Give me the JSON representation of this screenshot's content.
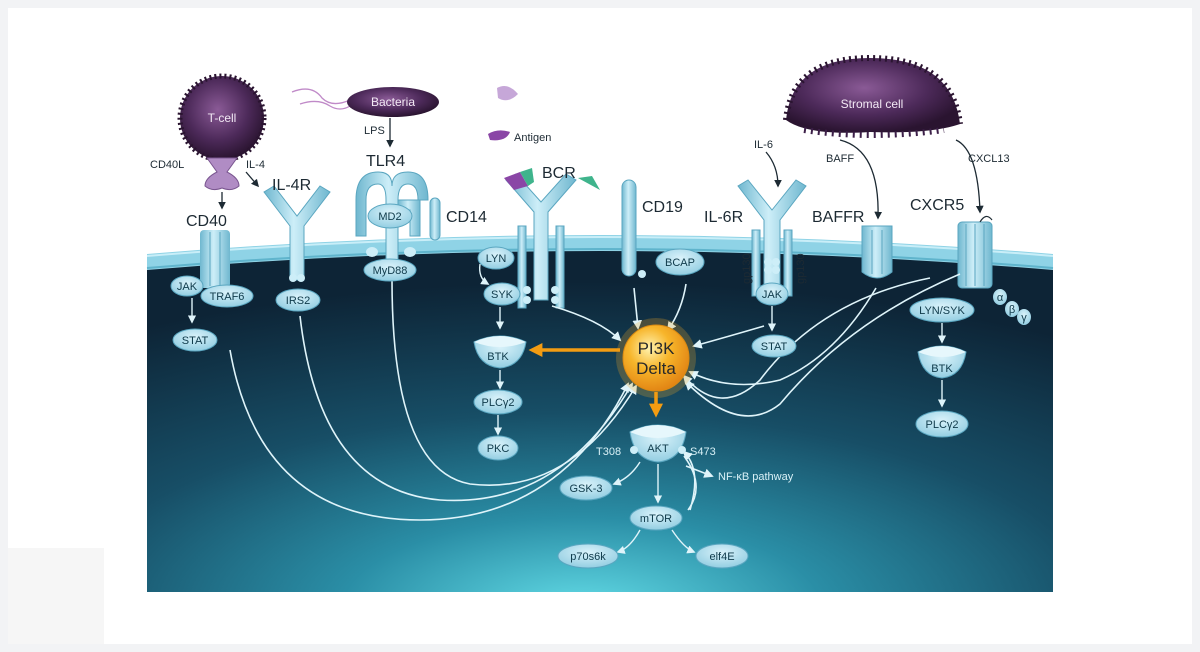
{
  "labels": {
    "tcell": "T-cell",
    "bacteria": "Bacteria",
    "lps": "LPS",
    "antigen": "Antigen",
    "stromal": "Stromal cell",
    "cd40l": "CD40L",
    "il4": "IL-4",
    "il6": "IL-6",
    "baff": "BAFF",
    "cxcl13": "CXCL13"
  },
  "receptors": {
    "cd40": "CD40",
    "il4r": "IL-4R",
    "tlr4": "TLR4",
    "cd14": "CD14",
    "bcr": "BCR",
    "cd19": "CD19",
    "il6r": "IL-6R",
    "baffr": "BAFFR",
    "cxcr5": "CXCR5",
    "md2": "MD2",
    "gp130_left": "gp130",
    "gp130_right": "gp130"
  },
  "nodes": {
    "jak_left": "JAK",
    "traf6": "TRAF6",
    "stat_left": "STAT",
    "irs2": "IRS2",
    "myd88": "MyD88",
    "lyn": "LYN",
    "syk": "SYK",
    "bcap": "BCAP",
    "btk_left": "BTK",
    "plcg2_left": "PLCγ2",
    "pkc": "PKC",
    "jak_right": "JAK",
    "stat_right": "STAT",
    "lyn_syk": "LYN/SYK",
    "btk_right": "BTK",
    "plcg2_right": "PLCγ2",
    "akt": "AKT",
    "t308": "T308",
    "s473": "S473",
    "nfkb": "NF-κB pathway",
    "gsk3": "GSK-3",
    "mtor": "mTOR",
    "p70s6k": "p70s6k",
    "elf4e": "elf4E",
    "alpha": "α",
    "beta": "β",
    "gamma": "γ"
  },
  "pi3k": {
    "line1": "PI3K",
    "line2": "Delta"
  },
  "colors": {
    "cell_dark": "#0f2a3d",
    "cell_mid": "#1d5a6e",
    "cell_light": "#5fd8e4",
    "membrane": "#8fd3e6",
    "node_fill": "#a8d9ea",
    "pi3k_orange": "#f3a623",
    "purple": "#4a2a55"
  }
}
